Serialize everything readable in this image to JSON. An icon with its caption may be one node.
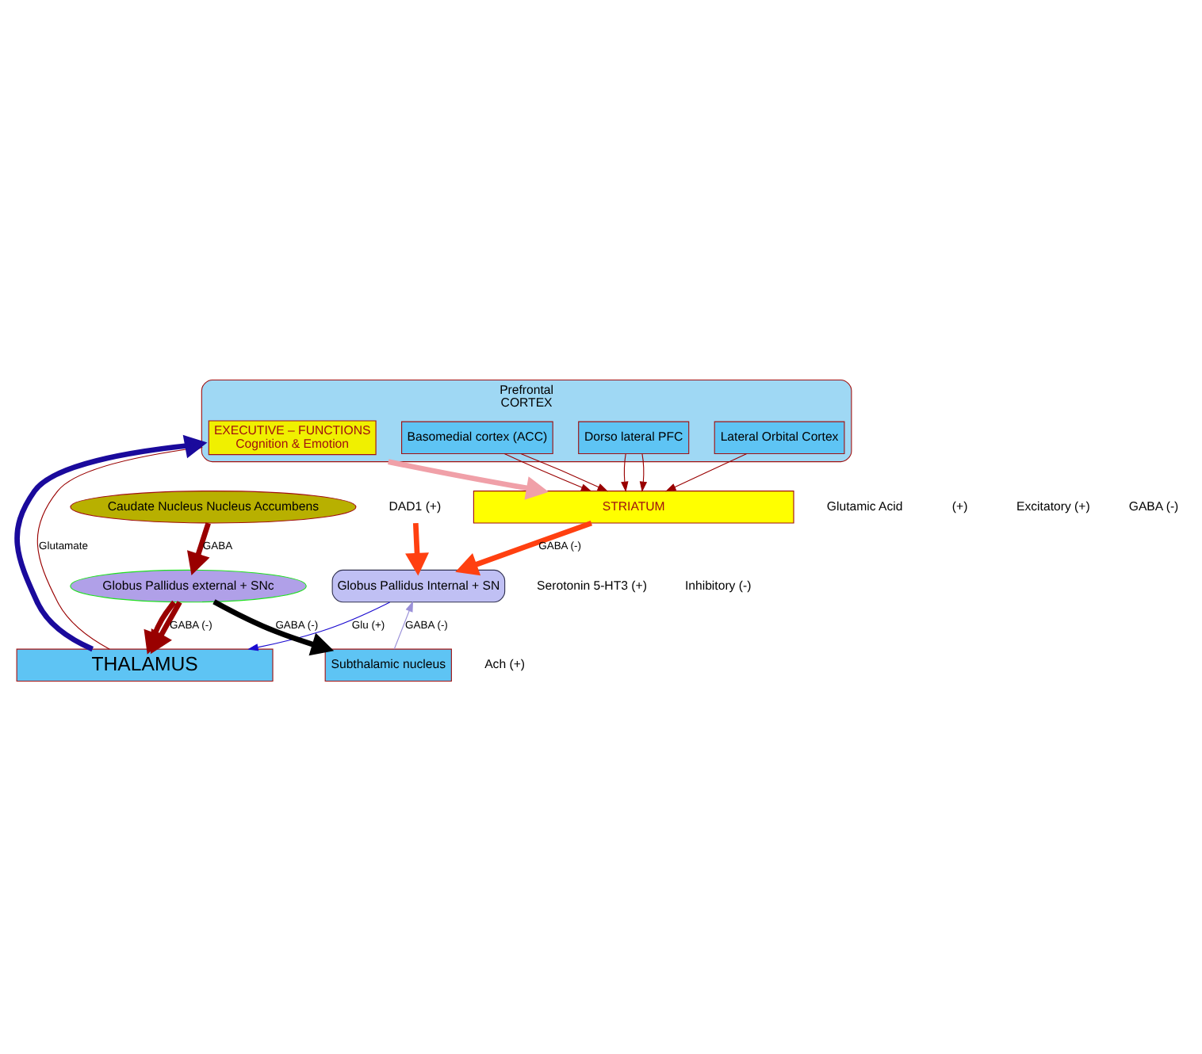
{
  "diagram": {
    "nodes": [
      {
        "text": [
          "Prefrontal",
          "CORTEX"
        ]
      },
      {
        "text": [
          "EXECUTIVE – FUNCTIONS",
          "Cognition & Emotion"
        ],
        "in": 0
      },
      {
        "text": [
          "Dorso lateral PFC"
        ],
        "in": 0
      },
      {
        "text": [
          "Lateral Orbital Cortex"
        ],
        "in": 0
      },
      {
        "text": [
          "Basomedial cortex (ACC)"
        ],
        "in": 0
      },
      {
        "text": [
          "STRIATUM"
        ]
      },
      {
        "text": [
          "Caudate Nucleus Nucleus Accumbens"
        ]
      },
      {
        "text": [
          "DAD1 (+)"
        ]
      },
      {
        "text": [
          "Globus Pallidus Internal + SN"
        ]
      },
      {
        "text": [
          "Globus Pallidus external + SNc"
        ]
      },
      {
        "text": [
          "THALAMUS"
        ]
      },
      {
        "text": [
          "Subthalamic nucleus"
        ]
      }
    ],
    "edges": [
      {
        "from": 10,
        "to": 0,
        "arrow": "to",
        "label": "Glutamate"
      },
      {
        "from": 10,
        "to": 0,
        "arrow": "to",
        "style": "thick",
        "color": "#1a0a9c"
      },
      {
        "from": 2,
        "to": 5,
        "arrow": "to"
      },
      {
        "from": 2,
        "to": 5,
        "arrow": "to"
      },
      {
        "from": 3,
        "to": 5,
        "arrow": "to"
      },
      {
        "from": 0,
        "to": 5,
        "arrow": "to",
        "style": "thick",
        "color": "#f0a0a8"
      },
      {
        "from": 4,
        "to": 5,
        "arrow": "to"
      },
      {
        "from": 4,
        "to": 5,
        "arrow": "to"
      },
      {
        "from": 5,
        "to": 8,
        "arrow": "to",
        "label": "GABA (-)",
        "style": "thick",
        "color": "#ff4010"
      },
      {
        "from": 7,
        "to": 8,
        "arrow": "to",
        "style": "thick",
        "color": "#ff4010"
      },
      {
        "from": 6,
        "to": 9,
        "arrow": "to",
        "label": "GABA",
        "style": "thick"
      },
      {
        "from": 8,
        "to": 10,
        "arrow": "to",
        "label": "Glu (+)",
        "color": "#1a0ad0"
      },
      {
        "from": 9,
        "to": 10,
        "arrow": "to",
        "label": "GABA (-)",
        "style": "thick"
      },
      {
        "from": 9,
        "to": 10,
        "arrow": "to",
        "style": "thick"
      },
      {
        "from": 9,
        "to": 11,
        "arrow": "to",
        "label": "GABA (-)",
        "style": "thick",
        "color": "#000000"
      },
      {
        "from": 11,
        "to": 8,
        "arrow": "to",
        "label": "GABA (-)",
        "color": "#9a90d8"
      }
    ],
    "labels": [
      "Glutamic Acid",
      "(+)",
      "Excitatory (+)",
      "GABA (-)",
      "Serotonin 5-HT3 (+)",
      "Inhibitory (-)",
      "Ach (+)"
    ]
  }
}
